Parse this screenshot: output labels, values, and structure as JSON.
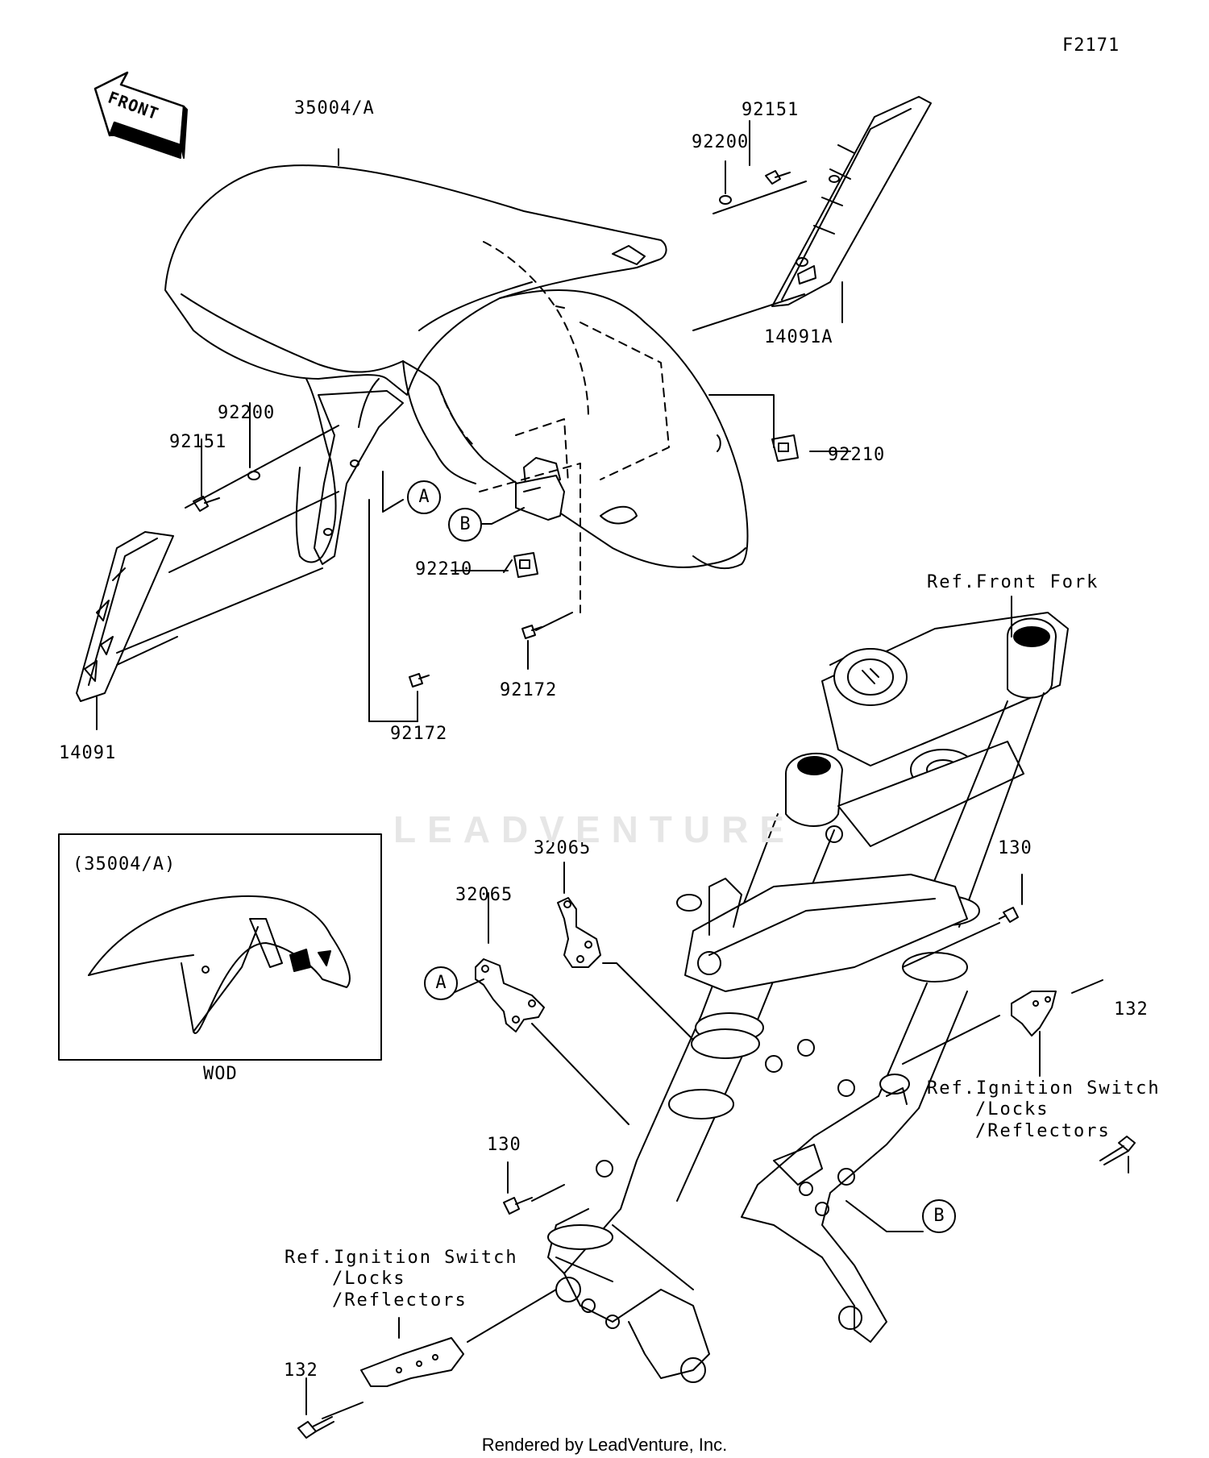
{
  "diagram_code": "F2171",
  "front_arrow": "FRONT",
  "watermark": "LEADVENTURE",
  "footer": "Rendered by LeadVenture, Inc.",
  "parts": {
    "fender": "35004/A",
    "cover_right": "14091A",
    "cover_left": "14091",
    "bolt_upper_right": "92151",
    "washer_upper_right": "92200",
    "washer_left": "92200",
    "bolt_left": "92151",
    "nut_right": "92210",
    "nut_center": "92210",
    "screw_center": "92172",
    "screw_left": "92172",
    "bracket_left": "32065",
    "bracket_right": "32065",
    "bolt_130_upper": "130",
    "bolt_130_lower": "130",
    "bolt_132_right": "132",
    "bolt_132_lower": "132"
  },
  "markers": {
    "a": "A",
    "b": "B"
  },
  "references": {
    "front_fork": "Ref.Front Fork",
    "ignition_right": [
      "Ref.Ignition Switch",
      "/Locks",
      "/Reflectors"
    ],
    "ignition_left": [
      "Ref.Ignition Switch",
      "/Locks",
      "/Reflectors"
    ]
  },
  "inset": {
    "title": "(35004/A)",
    "caption": "WOD"
  }
}
